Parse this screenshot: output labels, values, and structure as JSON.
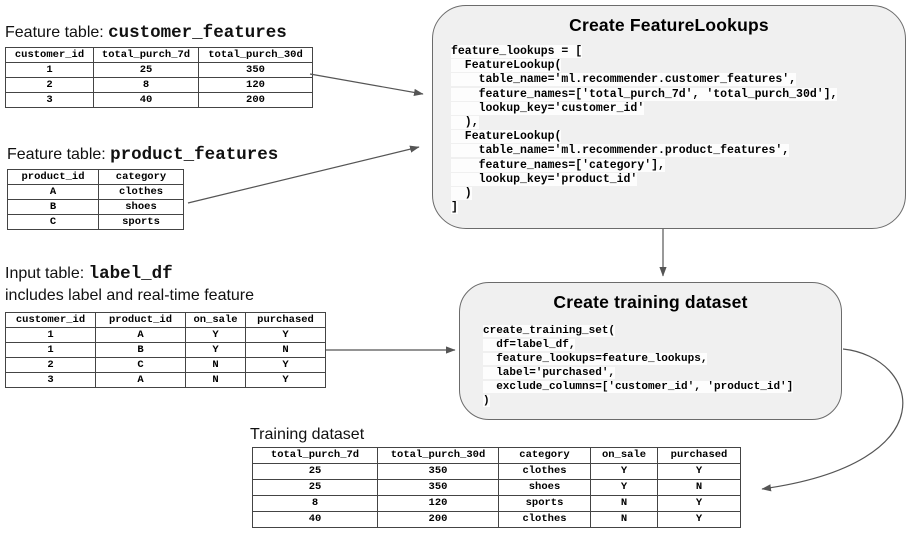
{
  "colors": {
    "box_fill": "#f0f0f0",
    "box_border": "#6b6b6b",
    "table_border": "#444444",
    "arrow": "#555555"
  },
  "tables": {
    "customer_features": {
      "title_prefix": "Feature table: ",
      "title_code": "customer_features",
      "columns": [
        "customer_id",
        "total_purch_7d",
        "total_purch_30d"
      ],
      "rows": [
        [
          "1",
          "25",
          "350"
        ],
        [
          "2",
          "8",
          "120"
        ],
        [
          "3",
          "40",
          "200"
        ]
      ]
    },
    "product_features": {
      "title_prefix": "Feature table: ",
      "title_code": "product_features",
      "columns": [
        "product_id",
        "category"
      ],
      "rows": [
        [
          "A",
          "clothes"
        ],
        [
          "B",
          "shoes"
        ],
        [
          "C",
          "sports"
        ]
      ]
    },
    "label_df": {
      "title_prefix": "Input table: ",
      "title_code": "label_df",
      "subtitle": "includes label and real-time feature",
      "columns": [
        "customer_id",
        "product_id",
        "on_sale",
        "purchased"
      ],
      "rows": [
        [
          "1",
          "A",
          "Y",
          "Y"
        ],
        [
          "1",
          "B",
          "Y",
          "N"
        ],
        [
          "2",
          "C",
          "N",
          "Y"
        ],
        [
          "3",
          "A",
          "N",
          "Y"
        ]
      ]
    },
    "training_dataset": {
      "title": "Training dataset",
      "columns": [
        "total_purch_7d",
        "total_purch_30d",
        "category",
        "on_sale",
        "purchased"
      ],
      "rows": [
        [
          "25",
          "350",
          "clothes",
          "Y",
          "Y"
        ],
        [
          "25",
          "350",
          "shoes",
          "Y",
          "N"
        ],
        [
          "8",
          "120",
          "sports",
          "N",
          "Y"
        ],
        [
          "40",
          "200",
          "clothes",
          "N",
          "Y"
        ]
      ]
    }
  },
  "lookup_box": {
    "title": "Create FeatureLookups",
    "code": "feature_lookups = [\n  FeatureLookup(\n    table_name='ml.recommender.customer_features',\n    feature_names=['total_purch_7d', 'total_purch_30d'],\n    lookup_key='customer_id'\n  ),\n  FeatureLookup(\n    table_name='ml.recommender.product_features',\n    feature_names=['category'],\n    lookup_key='product_id'\n  )\n]"
  },
  "training_box": {
    "title": "Create training dataset",
    "code": "create_training_set(\n  df=label_df,\n  feature_lookups=feature_lookups,\n  label='purchased',\n  exclude_columns=['customer_id', 'product_id']\n)"
  }
}
